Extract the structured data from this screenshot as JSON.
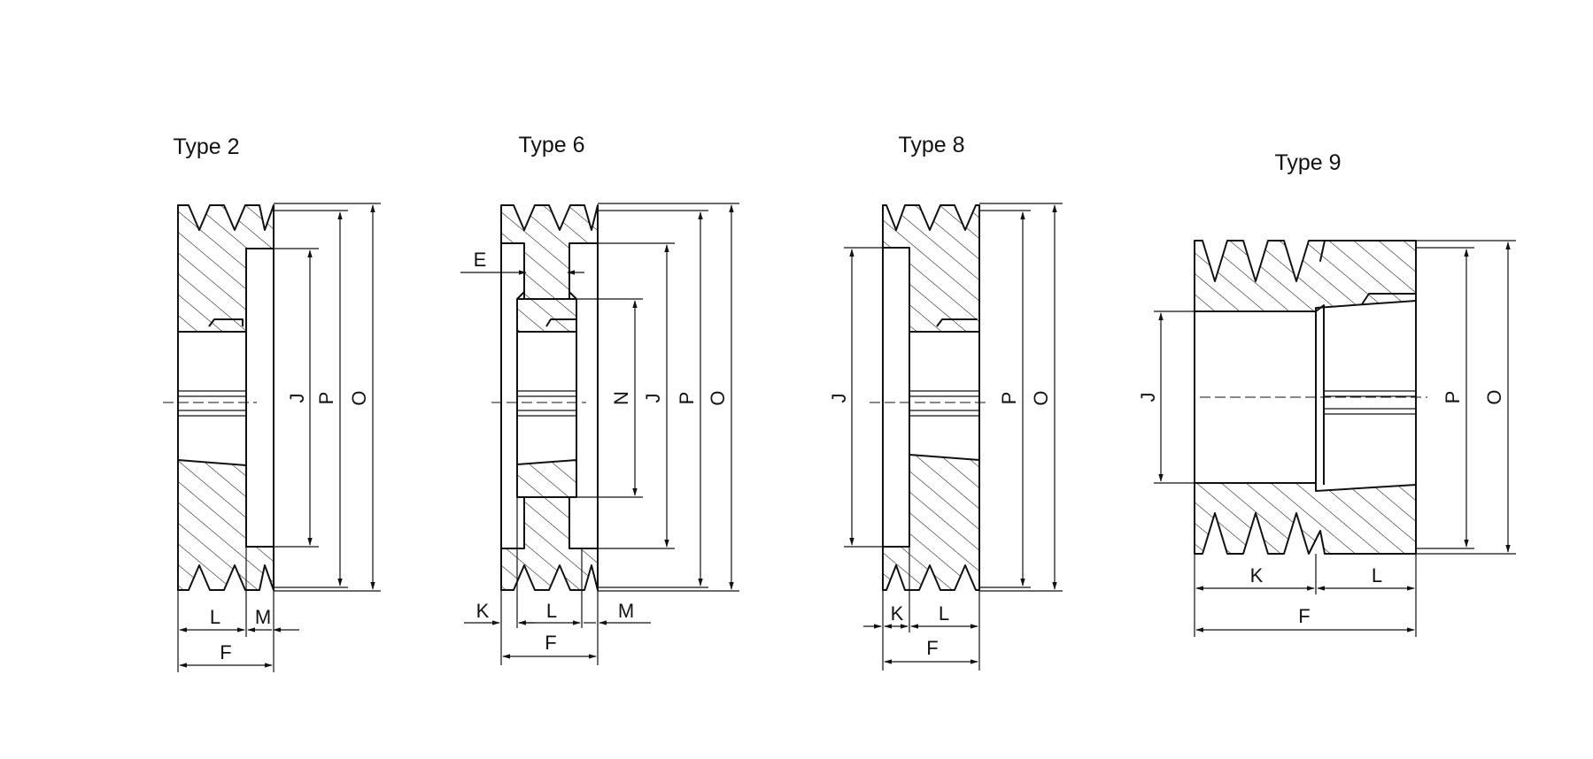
{
  "colors": {
    "line": "#111111",
    "background": "#ffffff"
  },
  "types": [
    {
      "title": "Type 2",
      "labels": {
        "J": "J",
        "P": "P",
        "O": "O",
        "L": "L",
        "M": "M",
        "F": "F"
      }
    },
    {
      "title": "Type 6",
      "labels": {
        "E": "E",
        "N": "N",
        "J": "J",
        "P": "P",
        "O": "O",
        "K": "K",
        "L": "L",
        "M": "M",
        "F": "F"
      }
    },
    {
      "title": "Type 8",
      "labels": {
        "J": "J",
        "P": "P",
        "O": "O",
        "K": "K",
        "L": "L",
        "F": "F"
      }
    },
    {
      "title": "Type 9",
      "labels": {
        "J": "J",
        "P": "P",
        "O": "O",
        "K": "K",
        "L": "L",
        "F": "F"
      }
    }
  ]
}
